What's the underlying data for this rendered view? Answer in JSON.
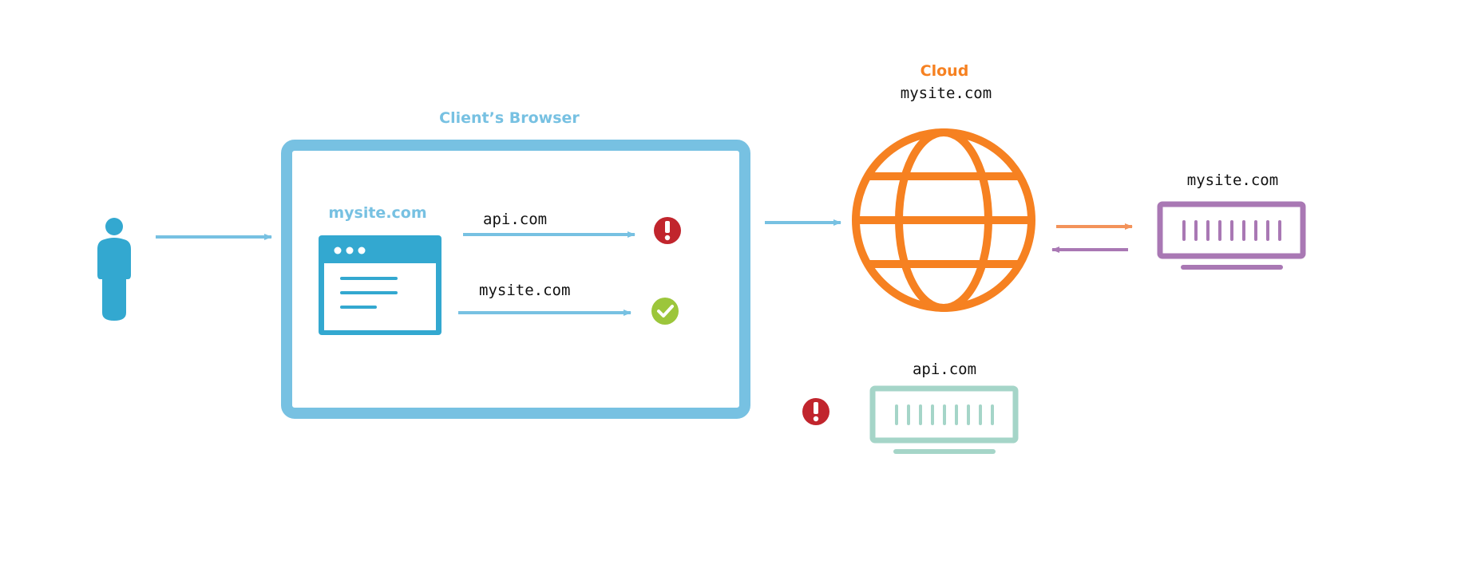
{
  "colors": {
    "browser_blue": "#77c1e2",
    "window_blue": "#33a8d0",
    "person_blue": "#33a8d0",
    "cloud_orange": "#f68121",
    "server_purple": "#a978b4",
    "server_green": "#a5d5c8",
    "error_red": "#c1252d",
    "ok_green": "#9cc63b",
    "arrow_orange": "#f3935a",
    "arrow_purple": "#a978b4"
  },
  "icons": {
    "user": "person-icon",
    "window": "browser-window-icon",
    "cloud": "globe-icon",
    "server": "server-icon",
    "error": "error-exclamation-icon",
    "success": "checkmark-icon"
  },
  "labels": {
    "browser_title": "Client’s Browser",
    "window_label": "mysite.com",
    "request_api": "api.com",
    "request_mysite": "mysite.com",
    "cloud_title": "Cloud",
    "cloud_domain": "mysite.com",
    "server_mysite": "mysite.com",
    "server_api": "api.com"
  }
}
